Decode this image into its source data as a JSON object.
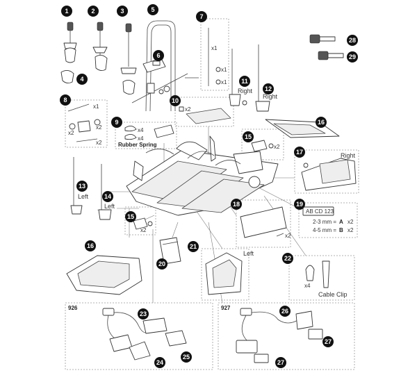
{
  "colors": {
    "badge": "#111111",
    "line": "#333333",
    "dashed_box": "#999999",
    "light_fill": "#eeeeee"
  },
  "parts": [
    {
      "n": "1"
    },
    {
      "n": "2"
    },
    {
      "n": "3"
    },
    {
      "n": "4"
    },
    {
      "n": "5"
    },
    {
      "n": "6"
    },
    {
      "n": "7"
    },
    {
      "n": "8"
    },
    {
      "n": "9"
    },
    {
      "n": "10"
    },
    {
      "n": "11"
    },
    {
      "n": "12"
    },
    {
      "n": "13"
    },
    {
      "n": "14"
    },
    {
      "n": "15"
    },
    {
      "n": "15"
    },
    {
      "n": "16"
    },
    {
      "n": "16"
    },
    {
      "n": "17"
    },
    {
      "n": "18"
    },
    {
      "n": "19"
    },
    {
      "n": "20"
    },
    {
      "n": "21"
    },
    {
      "n": "22"
    },
    {
      "n": "23"
    },
    {
      "n": "24"
    },
    {
      "n": "25"
    },
    {
      "n": "26"
    },
    {
      "n": "27"
    },
    {
      "n": "27"
    },
    {
      "n": "28"
    },
    {
      "n": "29"
    }
  ],
  "labels": {
    "right_11": "Right",
    "right_12": "Right",
    "right_17": "Right",
    "left_13": "Left",
    "left_14": "Left",
    "left_21": "Left",
    "rubber_spring": "Rubber Spring",
    "cable_clip": "Cable Clip",
    "model_926": "926",
    "model_927": "927",
    "plate_text": "AB CD 123",
    "size_small": "2-3 mm =",
    "size_large": "4-5 mm =",
    "size_a": "A",
    "size_b": "B"
  },
  "quantities": {
    "q7_top": "x1",
    "q7_mid": "x1",
    "q7_bot": "x1",
    "q8_top": "x1",
    "q8_left": "x2",
    "q8_right": "x2",
    "q8_bot": "x2",
    "q9_top": "x4",
    "q9_bot": "x4",
    "q10": "x2",
    "q15_top": "x2",
    "q15_bot": "x2",
    "q18": "x2",
    "q19_a": "x2",
    "q19_b": "x2",
    "q22": "x4"
  }
}
